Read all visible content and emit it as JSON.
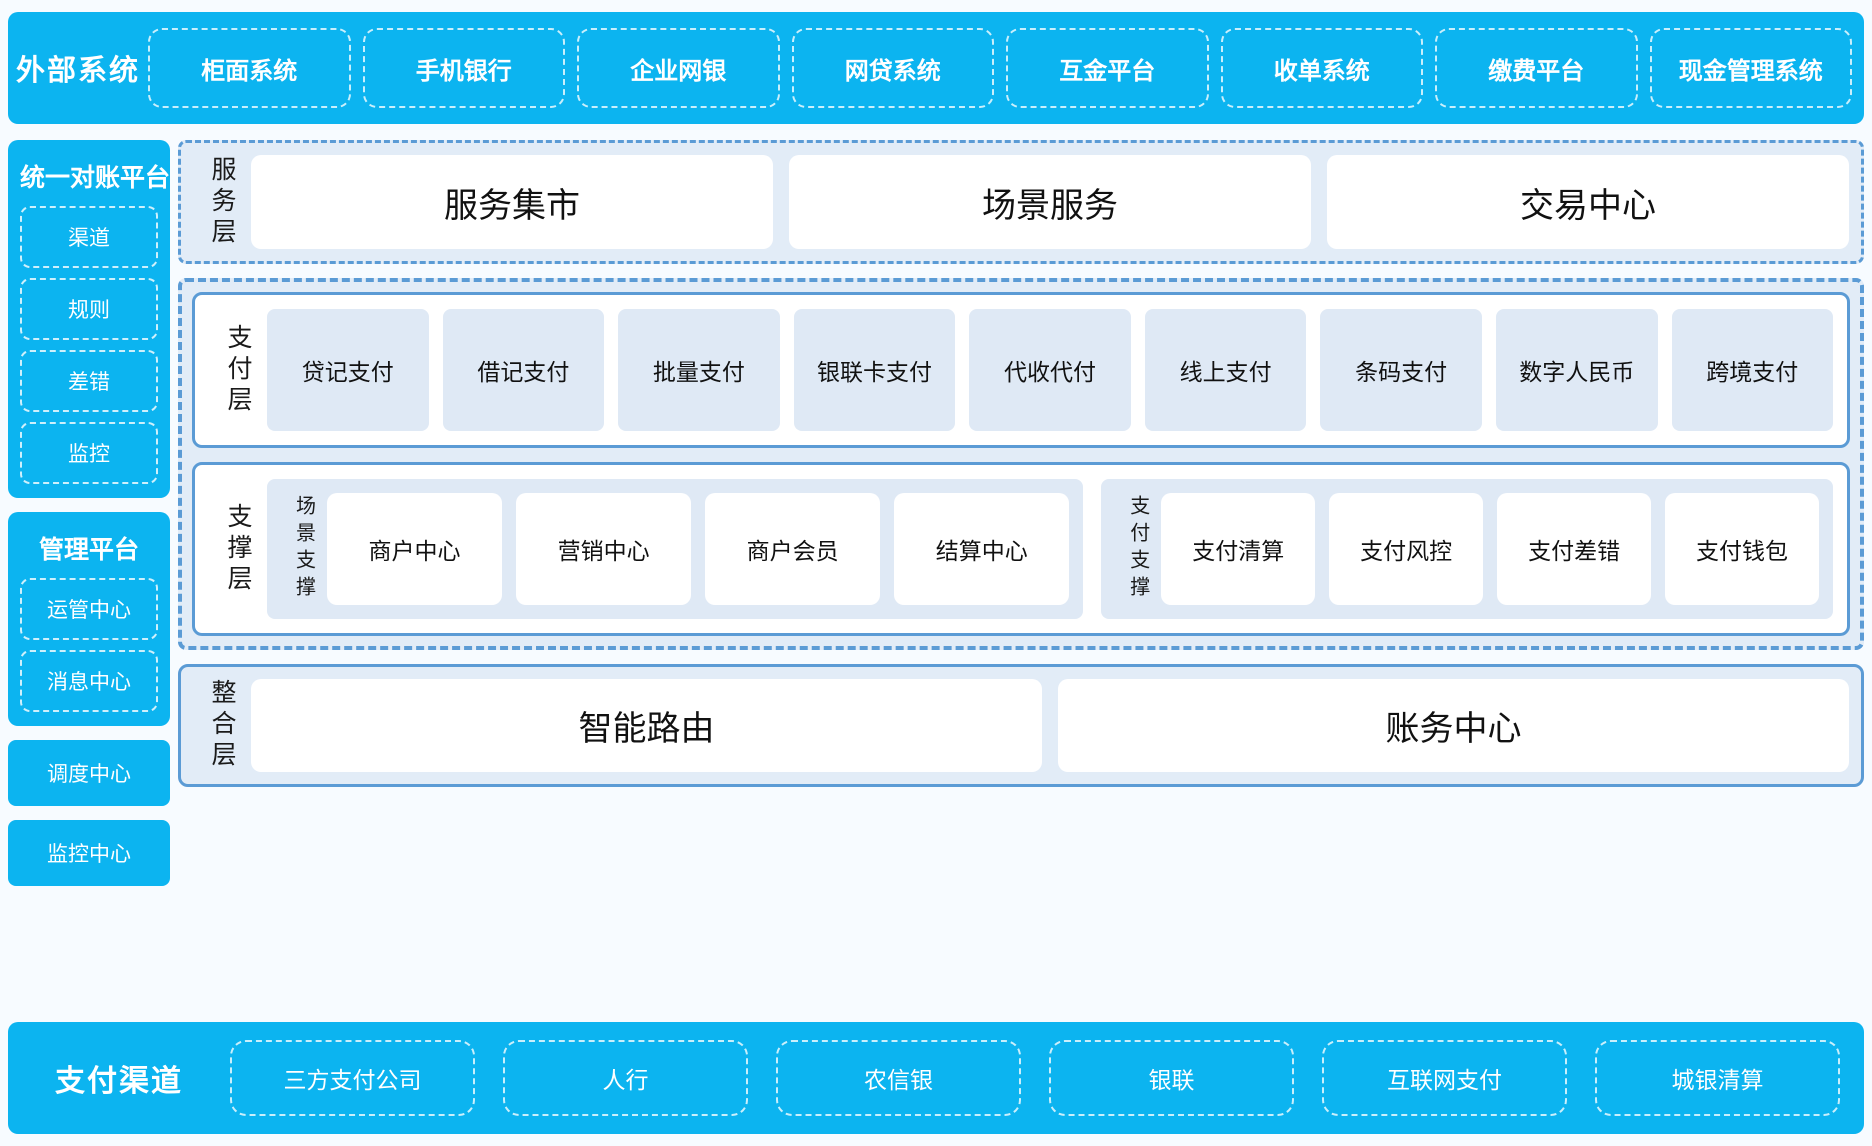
{
  "external": {
    "title": "外部系统",
    "items": [
      {
        "label": "柜面系统"
      },
      {
        "label": "手机银行"
      },
      {
        "label": "企业网银"
      },
      {
        "label": "网贷系统"
      },
      {
        "label": "互金平台"
      },
      {
        "label": "收单系统"
      },
      {
        "label": "缴费平台"
      },
      {
        "label": "现金管理系统"
      }
    ]
  },
  "sidebar": {
    "reconciliation": {
      "title": "统一对账平台",
      "items": [
        {
          "label": "渠道"
        },
        {
          "label": "规则"
        },
        {
          "label": "差错"
        },
        {
          "label": "监控"
        }
      ]
    },
    "management": {
      "title": "管理平台",
      "items": [
        {
          "label": "运管中心"
        },
        {
          "label": "消息中心"
        }
      ]
    },
    "standalone": [
      {
        "label": "调度中心"
      },
      {
        "label": "监控中心"
      }
    ]
  },
  "service_layer": {
    "label": "服务层",
    "items": [
      {
        "label": "服务集市"
      },
      {
        "label": "场景服务"
      },
      {
        "label": "交易中心"
      }
    ]
  },
  "payment_layer": {
    "label": "支付层",
    "items": [
      {
        "label": "贷记支付"
      },
      {
        "label": "借记支付"
      },
      {
        "label": "批量支付"
      },
      {
        "label": "银联卡支付"
      },
      {
        "label": "代收代付"
      },
      {
        "label": "线上支付"
      },
      {
        "label": "条码支付"
      },
      {
        "label": "数字人民币"
      },
      {
        "label": "跨境支付"
      }
    ]
  },
  "support_layer": {
    "label": "支撑层",
    "groups": [
      {
        "label": "场景支撑",
        "items": [
          {
            "label": "商户中心"
          },
          {
            "label": "营销中心"
          },
          {
            "label": "商户会员"
          },
          {
            "label": "结算中心"
          }
        ]
      },
      {
        "label": "支付支撑",
        "items": [
          {
            "label": "支付清算"
          },
          {
            "label": "支付风控"
          },
          {
            "label": "支付差错"
          },
          {
            "label": "支付钱包"
          }
        ]
      }
    ]
  },
  "integration_layer": {
    "label": "整合层",
    "items": [
      {
        "label": "智能路由"
      },
      {
        "label": "账务中心"
      }
    ]
  },
  "channels": {
    "title": "支付渠道",
    "items": [
      {
        "label": "三方支付公司"
      },
      {
        "label": "人行"
      },
      {
        "label": "农信银"
      },
      {
        "label": "银联"
      },
      {
        "label": "互联网支付"
      },
      {
        "label": "城银清算"
      }
    ]
  },
  "colors": {
    "brand_cyan": "#0cb4f0",
    "panel_blue": "#5b9bd5",
    "panel_fill": "#e2ecf7",
    "tile_fill": "#dfe9f5",
    "background": "#f7fbff"
  }
}
